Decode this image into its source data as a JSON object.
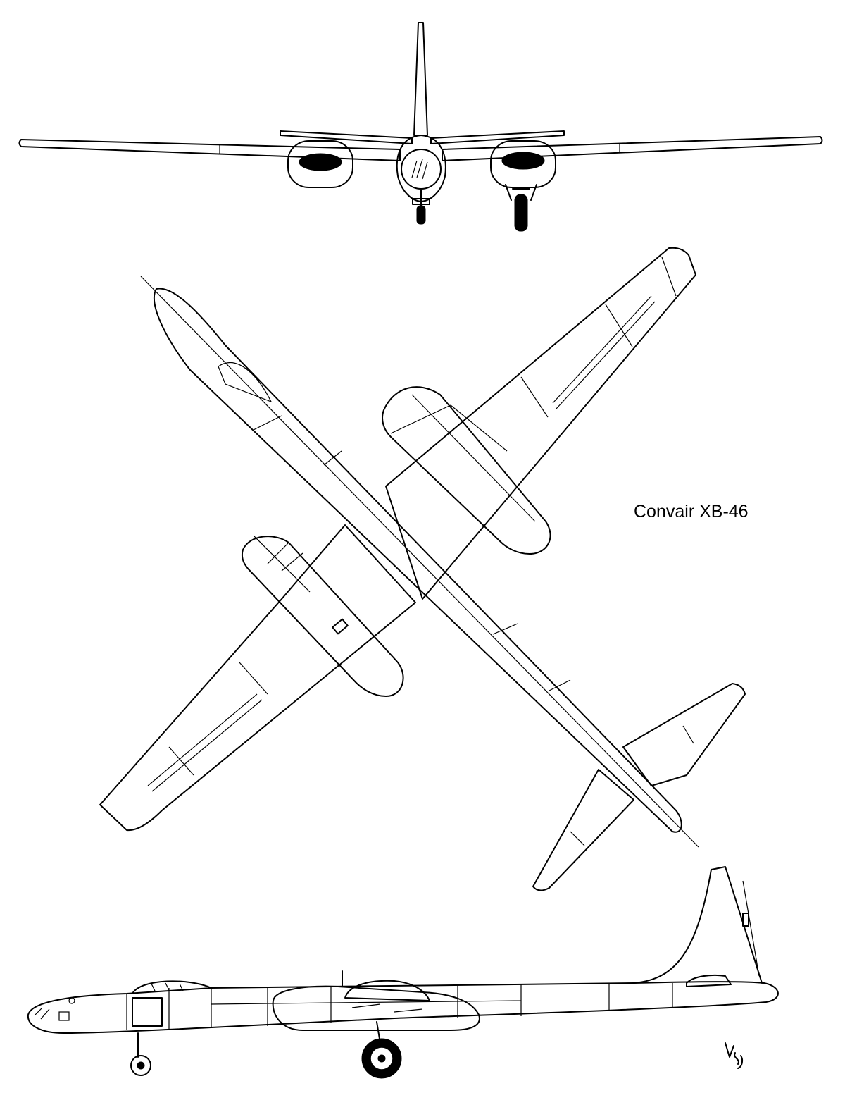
{
  "title": "Convair XB-46",
  "views": [
    {
      "name": "front-view"
    },
    {
      "name": "top-view"
    },
    {
      "name": "side-view"
    }
  ],
  "colors": {
    "ink": "#000000",
    "paper": "#ffffff"
  }
}
